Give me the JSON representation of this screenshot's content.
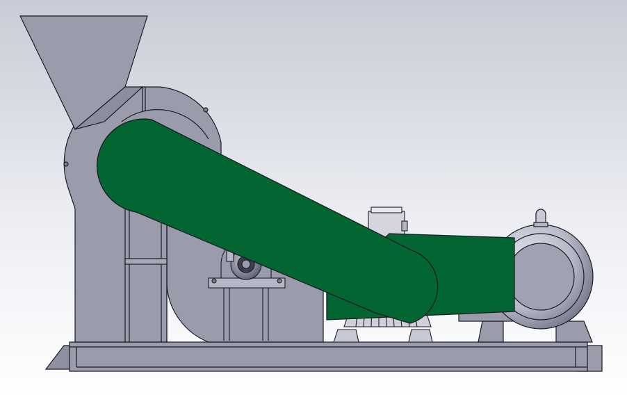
{
  "scene": {
    "view": "side elevation",
    "colors": {
      "background_top": "#c9cbd6",
      "background_bottom": "#ffffff",
      "steel": "#9a9cac",
      "steel_light": "#b5b7c6",
      "steel_dark": "#7e8092",
      "outline": "#1b1b24",
      "belt_guard": "#036632",
      "motor_highlight": "#e2e3ec",
      "bearing_dark": "#3c3c4a"
    }
  },
  "components": [
    {
      "id": "feed-hopper",
      "label": ""
    },
    {
      "id": "rotor-housing",
      "label": ""
    },
    {
      "id": "belt-guard",
      "label": ""
    },
    {
      "id": "bearing-block",
      "label": ""
    },
    {
      "id": "small-motor",
      "label": ""
    },
    {
      "id": "main-motor",
      "label": ""
    },
    {
      "id": "base-frame",
      "label": ""
    }
  ]
}
